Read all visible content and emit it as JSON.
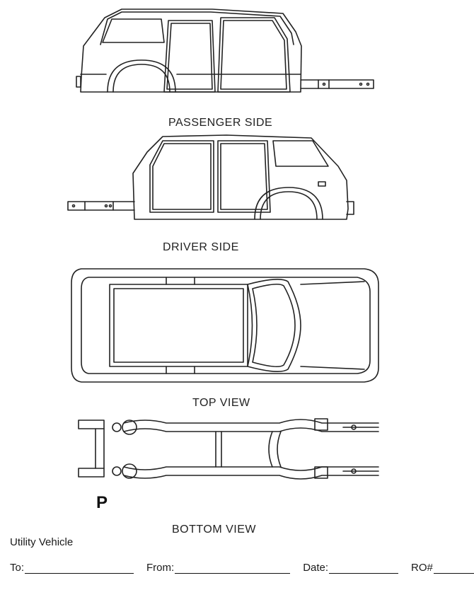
{
  "views": {
    "passenger_side": "PASSENGER SIDE",
    "driver_side": "DRIVER SIDE",
    "top_view": "TOP VIEW",
    "bottom_view": "BOTTOM VIEW"
  },
  "marker": "P",
  "vehicle_type": "Utility Vehicle",
  "form": {
    "to_label": "To:",
    "from_label": "From:",
    "date_label": "Date:",
    "ro_label": "RO#"
  }
}
